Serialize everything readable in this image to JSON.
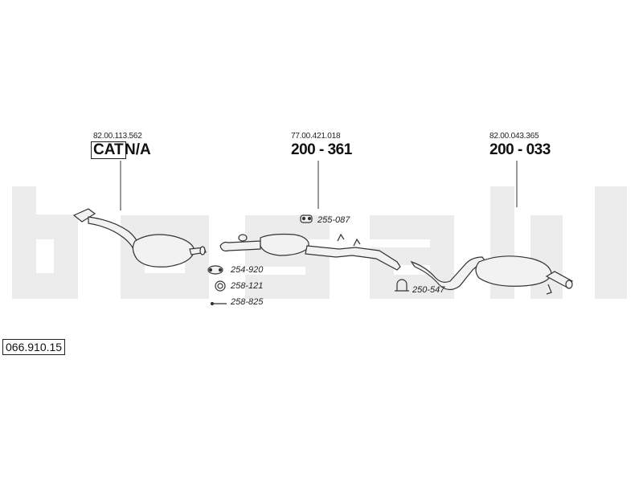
{
  "colors": {
    "watermark": "#ececec",
    "pipe_fill": "#f2f2f2",
    "stroke": "#333333"
  },
  "catalog_number": "066.910.15",
  "watermark_text": "bosal",
  "assemblies": [
    {
      "oem": "82.00.113.562",
      "part_code": "CAT",
      "part_suffix": "N/A"
    },
    {
      "oem": "77.00.421.018",
      "part_code": "200 - 361"
    },
    {
      "oem": "82.00.043.365",
      "part_code": "200 - 033"
    }
  ],
  "fittings": [
    {
      "code": "255-087",
      "icon": "rubber-hanger-icon"
    },
    {
      "code": "254-920",
      "icon": "gasket-icon"
    },
    {
      "code": "258-121",
      "icon": "ring-icon"
    },
    {
      "code": "258-825",
      "icon": "bolt-icon"
    },
    {
      "code": "250-547",
      "icon": "u-clamp-icon"
    }
  ]
}
